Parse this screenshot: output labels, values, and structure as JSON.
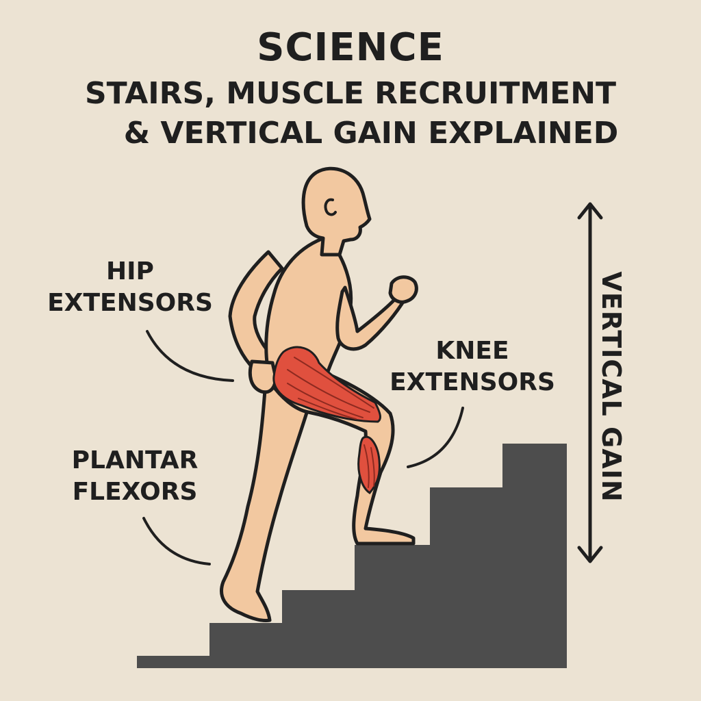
{
  "title": {
    "line1": "SCIENCE",
    "line2": "STAIRS, MUSCLE RECRUITMENT",
    "line3": "& VERTICAL GAIN EXPLAINED"
  },
  "labels": {
    "hip": [
      "HIP",
      "EXTENSORS"
    ],
    "knee": [
      "KNEE",
      "EXTENSORS"
    ],
    "plantar": [
      "PLANTAR",
      "FLEXORS"
    ],
    "vertical_gain": "VERTICAL GAIN"
  },
  "colors": {
    "background": "#ece3d3",
    "skin": "#f2c8a0",
    "outline": "#1f1f1f",
    "muscle": "#e0503e",
    "stairs": "#4d4d4d"
  },
  "icons": [
    "double-headed-vertical-arrow",
    "stair-steps",
    "person-climbing"
  ]
}
